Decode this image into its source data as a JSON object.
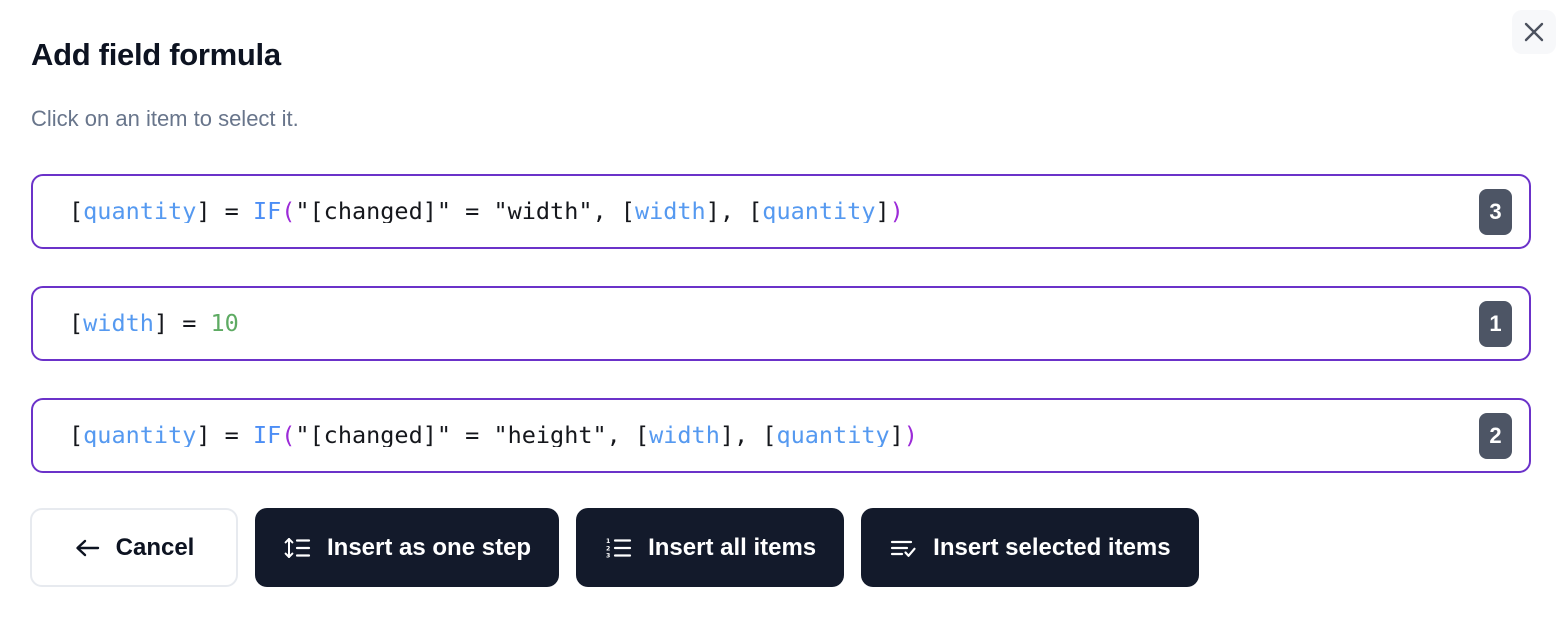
{
  "dialog": {
    "title": "Add field formula",
    "subtitle": "Click on an item to select it.",
    "close_label": "×"
  },
  "colors": {
    "card_border": "#6b32c9",
    "badge_bg": "#4d5565",
    "primary_button_bg": "#131a2b",
    "field_token": "#5599f0",
    "function_token": "#4c8ef5",
    "paren_token": "#9c2bd8",
    "number_token": "#5eab63",
    "subtitle_text": "#68758b"
  },
  "formulas": [
    {
      "badge": "3",
      "text": "[quantity] = IF(\"[changed]\" = \"width\", [width], [quantity])",
      "tokens": [
        {
          "t": "[",
          "c": "plain"
        },
        {
          "t": "quantity",
          "c": "field"
        },
        {
          "t": "] = ",
          "c": "plain"
        },
        {
          "t": "IF",
          "c": "func"
        },
        {
          "t": "(",
          "c": "paren"
        },
        {
          "t": "\"[changed]\" = \"width\", [",
          "c": "plain"
        },
        {
          "t": "width",
          "c": "field"
        },
        {
          "t": "], [",
          "c": "plain"
        },
        {
          "t": "quantity",
          "c": "field"
        },
        {
          "t": "]",
          "c": "plain"
        },
        {
          "t": ")",
          "c": "paren"
        }
      ]
    },
    {
      "badge": "1",
      "text": "[width] = 10",
      "tokens": [
        {
          "t": "[",
          "c": "plain"
        },
        {
          "t": "width",
          "c": "field"
        },
        {
          "t": "] = ",
          "c": "plain"
        },
        {
          "t": "10",
          "c": "num"
        }
      ]
    },
    {
      "badge": "2",
      "text": "[quantity] = IF(\"[changed]\" = \"height\", [width], [quantity])",
      "tokens": [
        {
          "t": "[",
          "c": "plain"
        },
        {
          "t": "quantity",
          "c": "field"
        },
        {
          "t": "] = ",
          "c": "plain"
        },
        {
          "t": "IF",
          "c": "func"
        },
        {
          "t": "(",
          "c": "paren"
        },
        {
          "t": "\"[changed]\" = \"height\", [",
          "c": "plain"
        },
        {
          "t": "width",
          "c": "field"
        },
        {
          "t": "], [",
          "c": "plain"
        },
        {
          "t": "quantity",
          "c": "field"
        },
        {
          "t": "]",
          "c": "plain"
        },
        {
          "t": ")",
          "c": "paren"
        }
      ]
    }
  ],
  "footer": {
    "cancel_label": "Cancel",
    "insert_one_step_label": "Insert as one step",
    "insert_all_label": "Insert all items",
    "insert_selected_label": "Insert selected items"
  }
}
